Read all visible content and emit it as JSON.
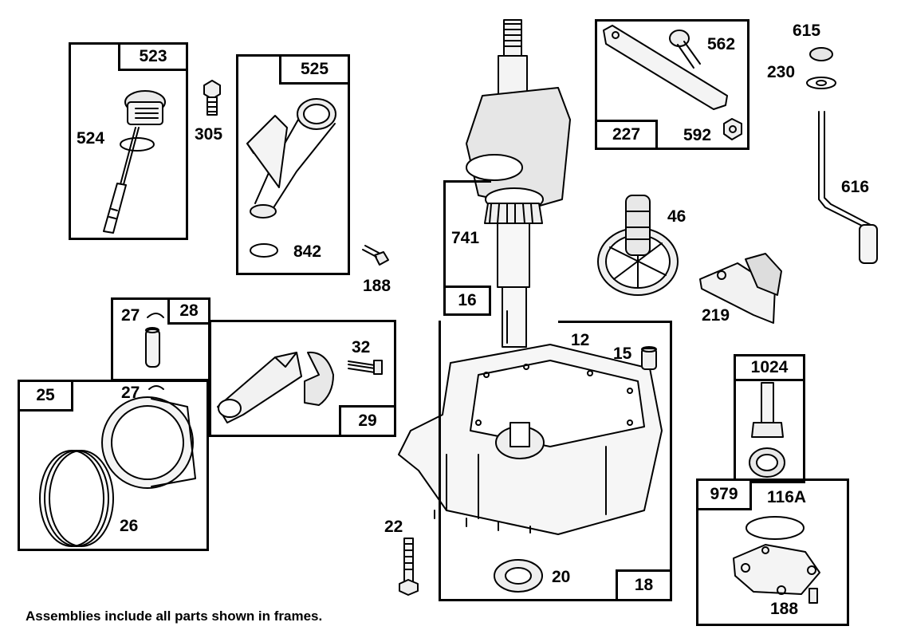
{
  "diagram": {
    "caption": "Assemblies include all parts shown in frames.",
    "frame_tags": {
      "f523": "523",
      "f525": "525",
      "f28": "28",
      "f29": "29",
      "f25": "25",
      "f16": "16",
      "f227": "227",
      "f18": "18",
      "f1024": "1024",
      "f979": "979"
    },
    "part_labels": {
      "p524": "524",
      "p305": "305",
      "p842": "842",
      "p188a": "188",
      "p27a": "27",
      "p32": "32",
      "p27b": "27",
      "p26": "26",
      "p741": "741",
      "p562": "562",
      "p592": "592",
      "p615": "615",
      "p230": "230",
      "p616": "616",
      "p46": "46",
      "p219": "219",
      "p12": "12",
      "p15": "15",
      "p22": "22",
      "p20": "20",
      "p116a": "116A",
      "p188b": "188"
    }
  }
}
